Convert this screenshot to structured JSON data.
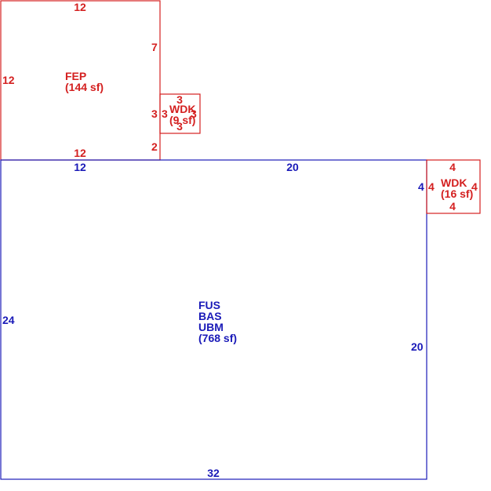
{
  "colors": {
    "red": "#d42020",
    "blue": "#1a1ab8"
  },
  "fep": {
    "code": "FEP",
    "area": "(144 sf)",
    "dims": {
      "top": "12",
      "left": "12",
      "right_upper": "7",
      "right_mid": "3",
      "right_lower": "2",
      "bottom": "12"
    }
  },
  "wdk_small": {
    "code": "WDK",
    "area": "(9 sf)",
    "dims": {
      "top": "3",
      "left": "3",
      "right": "3",
      "bottom": "3"
    }
  },
  "wdk_right": {
    "code": "WDK",
    "area": "(16 sf)",
    "dims": {
      "top": "4",
      "left": "4",
      "right": "4",
      "bottom": "4",
      "outer_left": "4"
    }
  },
  "main": {
    "line1": "FUS",
    "line2": "BAS",
    "line3": "UBM",
    "area": "(768 sf)",
    "dims": {
      "top_left": "12",
      "top_right": "20",
      "left": "24",
      "right": "20",
      "bottom": "32"
    }
  }
}
